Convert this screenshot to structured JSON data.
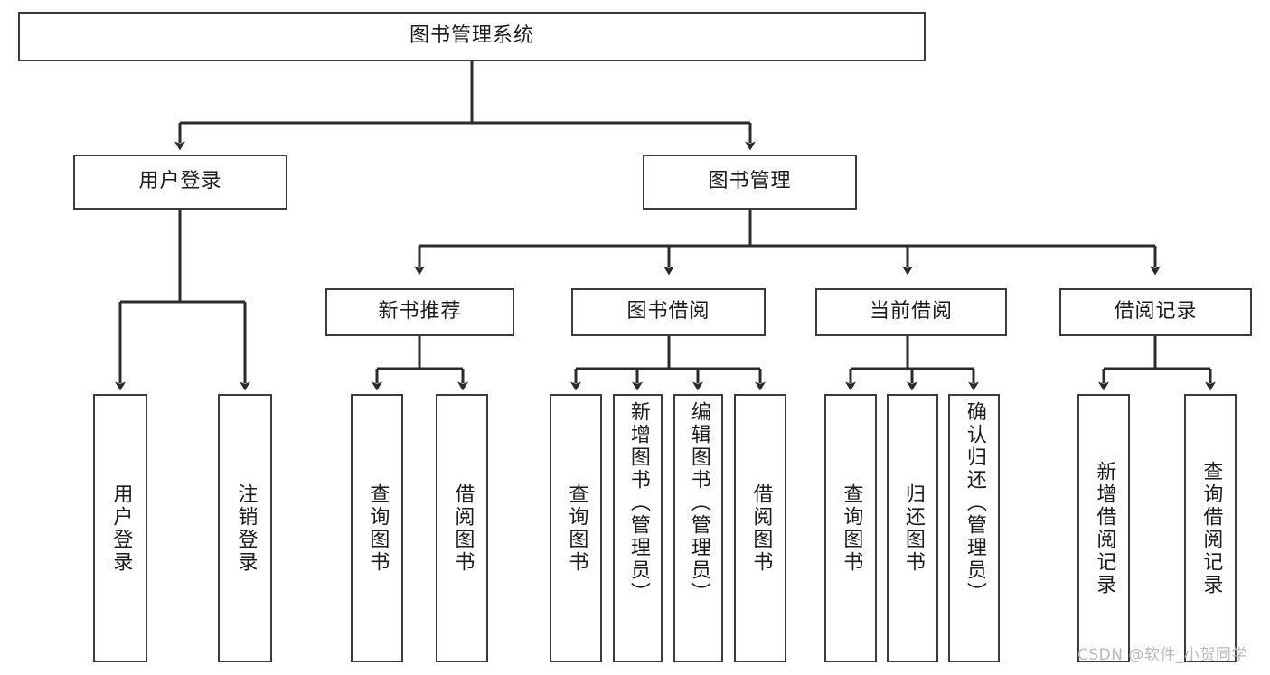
{
  "diagram": {
    "type": "tree-flowchart",
    "title": "图书管理系统",
    "watermark": "CSDN @软件_小贺同学",
    "colors": {
      "box_border": "#3b3b3b",
      "box_fill": "#ffffff",
      "connector": "#2b2b2b",
      "text": "#1b1b1b",
      "watermark": "#b9b9b9"
    },
    "nodes": {
      "root": {
        "label": "图书管理系统"
      },
      "level2": [
        {
          "key": "user_login",
          "label": "用户登录"
        },
        {
          "key": "book_manage",
          "label": "图书管理"
        }
      ],
      "level3": [
        {
          "key": "new_book_rec",
          "label": "新书推荐"
        },
        {
          "key": "book_borrow",
          "label": "图书借阅"
        },
        {
          "key": "current_borrow",
          "label": "当前借阅"
        },
        {
          "key": "borrow_record",
          "label": "借阅记录"
        }
      ],
      "leaves": {
        "user_login": [
          {
            "key": "leaf_user_login",
            "label": "用户登录"
          },
          {
            "key": "leaf_logout",
            "label": "注销登录"
          }
        ],
        "new_book_rec": [
          {
            "key": "leaf_query_book_1",
            "label": "查询图书"
          },
          {
            "key": "leaf_borrow_book_1",
            "label": "借阅图书"
          }
        ],
        "book_borrow": [
          {
            "key": "leaf_query_book_2",
            "label": "查询图书"
          },
          {
            "key": "leaf_add_book",
            "label": "新增图书（管理员）"
          },
          {
            "key": "leaf_edit_book",
            "label": "编辑图书（管理员）"
          },
          {
            "key": "leaf_borrow_book_2",
            "label": "借阅图书"
          }
        ],
        "current_borrow": [
          {
            "key": "leaf_query_book_3",
            "label": "查询图书"
          },
          {
            "key": "leaf_return_book",
            "label": "归还图书"
          },
          {
            "key": "leaf_confirm_return",
            "label": "确认归还（管理员）"
          }
        ],
        "borrow_record": [
          {
            "key": "leaf_add_record",
            "label": "新增借阅记录"
          },
          {
            "key": "leaf_query_record",
            "label": "查询借阅记录"
          }
        ]
      }
    }
  }
}
